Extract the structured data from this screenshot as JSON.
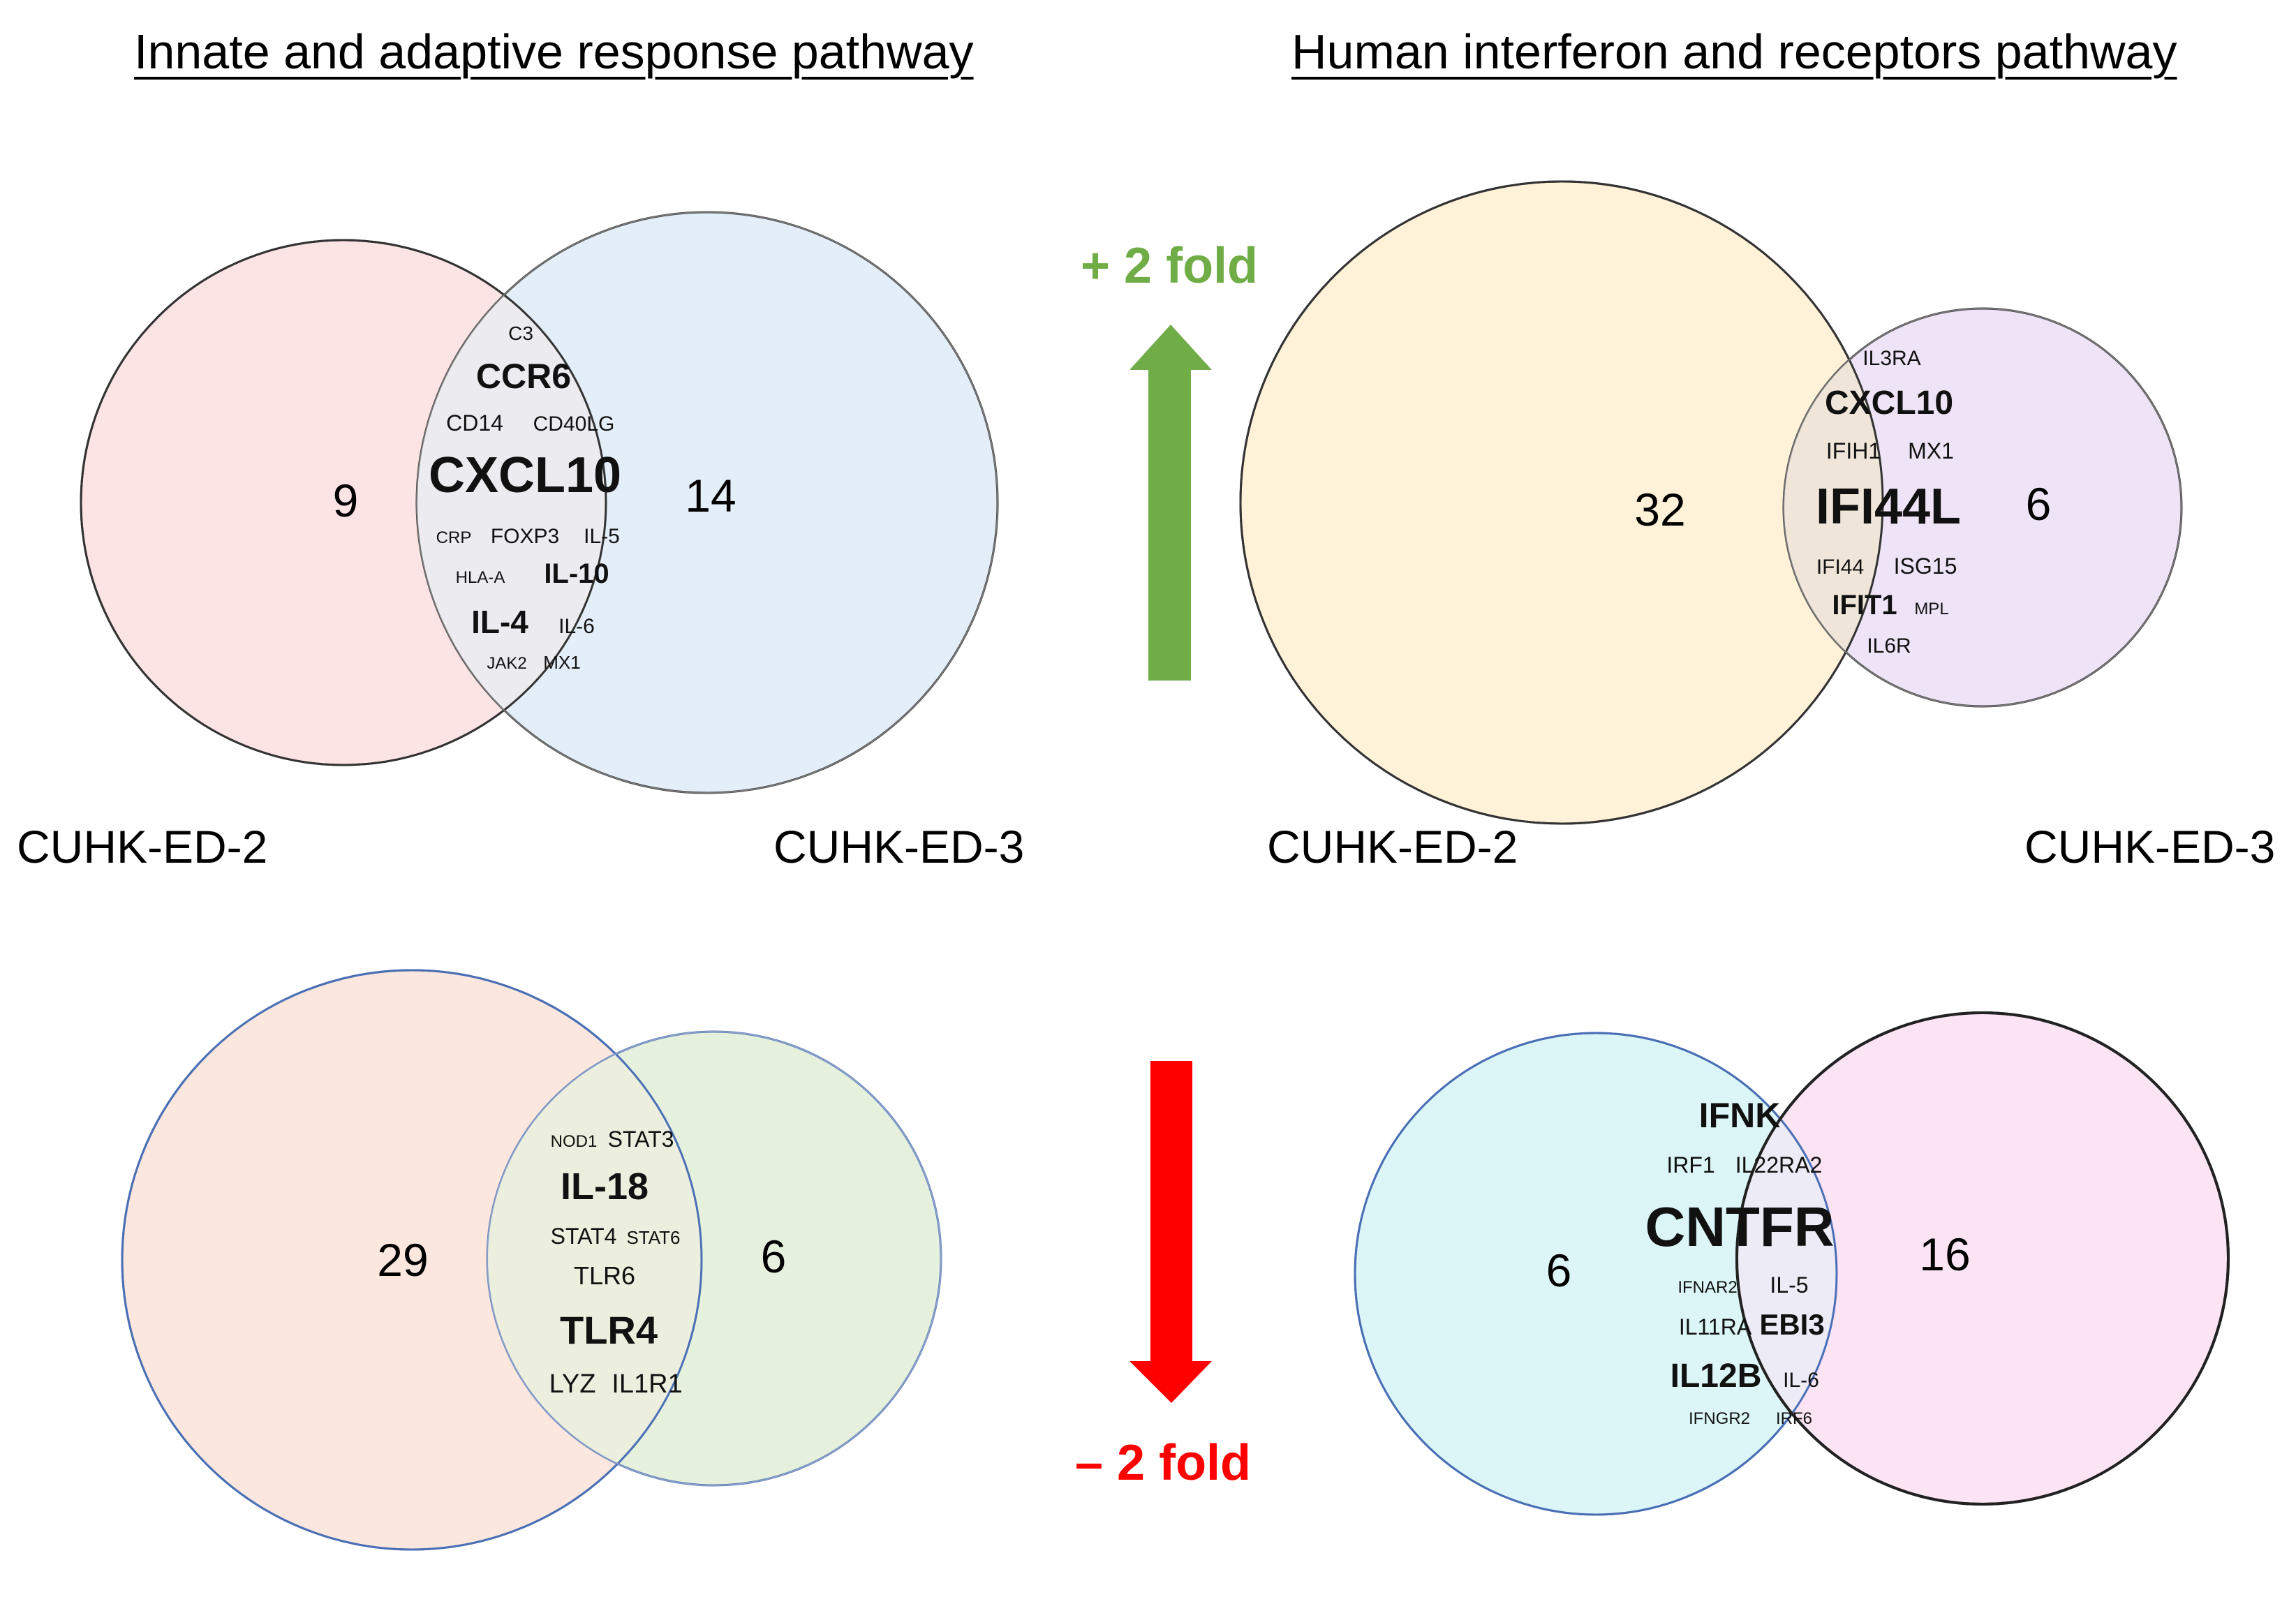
{
  "headers": {
    "left": "Innate and adaptive response pathway",
    "right": "Human interferon and receptors pathway"
  },
  "fold_labels": {
    "up": "+ 2 fold",
    "down": "– 2 fold",
    "up_color": "#70ad47",
    "down_color": "#ff0000"
  },
  "set_labels": {
    "top_left_a": "CUHK-ED-2",
    "top_left_b": "CUHK-ED-3",
    "top_right_a": "CUHK-ED-2",
    "top_right_b": "CUHK-ED-3"
  },
  "venns": {
    "innate_up": {
      "only_a": "9",
      "only_b": "14",
      "shared_genes": [
        "C3",
        "CCR6",
        "CD14",
        "CD40LG",
        "CXCL10",
        "CRP",
        "FOXP3",
        "IL-5",
        "HLA-A",
        "IL-10",
        "IL-4",
        "IL-6",
        "JAK2",
        "MX1"
      ],
      "fill_a": "#fce4e4",
      "fill_b": "#e4eef9",
      "fill_shared": "#ececf0"
    },
    "interferon_up": {
      "only_a": "32",
      "only_b": "6",
      "shared_genes": [
        "IL3RA",
        "CXCL10",
        "IFIH1",
        "MX1",
        "IFI44L",
        "IFI44",
        "ISG15",
        "IFIT1",
        "MPL",
        "IL6R"
      ],
      "fill_a": "#fff2d9",
      "fill_b": "#efe4f7",
      "fill_shared": "#f0e5d9"
    },
    "innate_down": {
      "only_a": "29",
      "only_b": "6",
      "shared_genes": [
        "NOD1",
        "STAT3",
        "IL-18",
        "STAT4",
        "STAT6",
        "TLR6",
        "TLR4",
        "LYZ",
        "IL1R1"
      ],
      "fill_a": "#fce7de",
      "fill_b": "#e6f1dd",
      "fill_shared": "#ecefde"
    },
    "interferon_down": {
      "only_a": "6",
      "only_b": "16",
      "shared_genes": [
        "IFNK",
        "IRF1",
        "IL22RA2",
        "CNTFR",
        "IFNAR2",
        "IL-5",
        "IL11RA",
        "EBI3",
        "IL12B",
        "IL-6",
        "IFNGR2",
        "IRF6"
      ],
      "fill_a": "#dcf6f8",
      "fill_b": "#fce4f4",
      "fill_shared": "#ecebf6"
    }
  },
  "colors": {
    "up_arrow": "#70ad47",
    "down_arrow": "#ff0000"
  }
}
